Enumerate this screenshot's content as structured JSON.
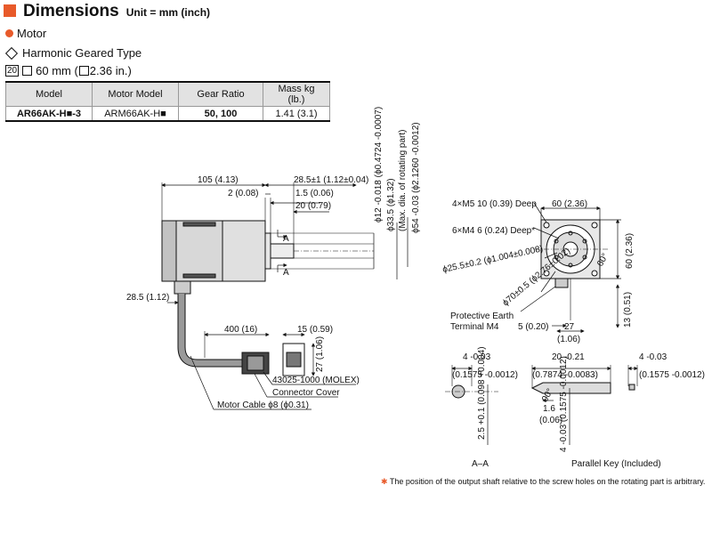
{
  "header": {
    "title": "Dimensions",
    "unit": "Unit = mm (inch)"
  },
  "section": "Motor",
  "subsection": "Harmonic Geared Type",
  "frame": {
    "badge": "20",
    "size": "60 mm (",
    "size_inch": "2.36 in.)"
  },
  "table": {
    "headers": [
      "Model",
      "Motor Model",
      "Gear Ratio",
      "Mass kg (lb.)"
    ],
    "row": [
      "AR66AK-H■-3",
      "ARM66AK-H■",
      "50, 100",
      "1.41 (3.1)"
    ]
  },
  "labels": {
    "d105": "105 (4.13)",
    "d28_5": "28.5±1 (1.12±0.04)",
    "d2": "2 (0.08)",
    "d1_5": "1.5 (0.06)",
    "d20": "20 (0.79)",
    "shaft_dia": "ϕ12 -0.018 (ϕ0.4724 -0.0007)",
    "rot_dia": "ϕ33.5 (ϕ1.32)",
    "rot_note": "(Max. dia. of rotating part)",
    "pilot_dia": "ϕ54 -0.03 (ϕ2.1260 -0.0012)",
    "section_a": "A",
    "left28_5": "28.5 (1.12)",
    "d400": "400 (16)",
    "d15": "15 (0.59)",
    "d27v": "27 (1.06)",
    "molex": "43025-1000 (MOLEX)",
    "connector_cover": "Connector Cover",
    "motor_cable": "Motor Cable ϕ8 (ϕ0.31)",
    "m5": "4×M5 10 (0.39) Deep",
    "m4": "6×M4 6 (0.24) Deep*",
    "w60": "60 (2.36)",
    "h60": "60 (2.36)",
    "d25_5": "ϕ25.5±0.2 (ϕ1.004±0.008)",
    "d70": "ϕ70±0.5 (ϕ2.76±0.02)",
    "angle60": "60°",
    "pe1": "Protective Earth",
    "pe2": "Terminal M4",
    "d5": "5 (0.20)",
    "d27": "27",
    "d27in": "(1.06)",
    "d13": "13 (0.51)",
    "sec1_top": "4 -0.03",
    "sec1_in": "(0.1575 -0.0012)",
    "sec1_v": "2.5 +0.1 (0.098 +0.004)",
    "sec1_cap": "A–A",
    "key_top": "20 -0.21",
    "key_in": "(0.7874 -0.0083)",
    "key_angle": "90°",
    "key_16": "1.6",
    "key_16in": "(0.06)",
    "key_v": "4 -0.03 (0.1575 -0.0012)",
    "key_cap": "Parallel Key (Included)",
    "sec3_top": "4 -0.03",
    "sec3_in": "(0.1575 -0.0012)"
  },
  "note": {
    "mark": "✱",
    "text": "The position of the output shaft relative to the screw holes on the rotating part is arbitrary."
  }
}
